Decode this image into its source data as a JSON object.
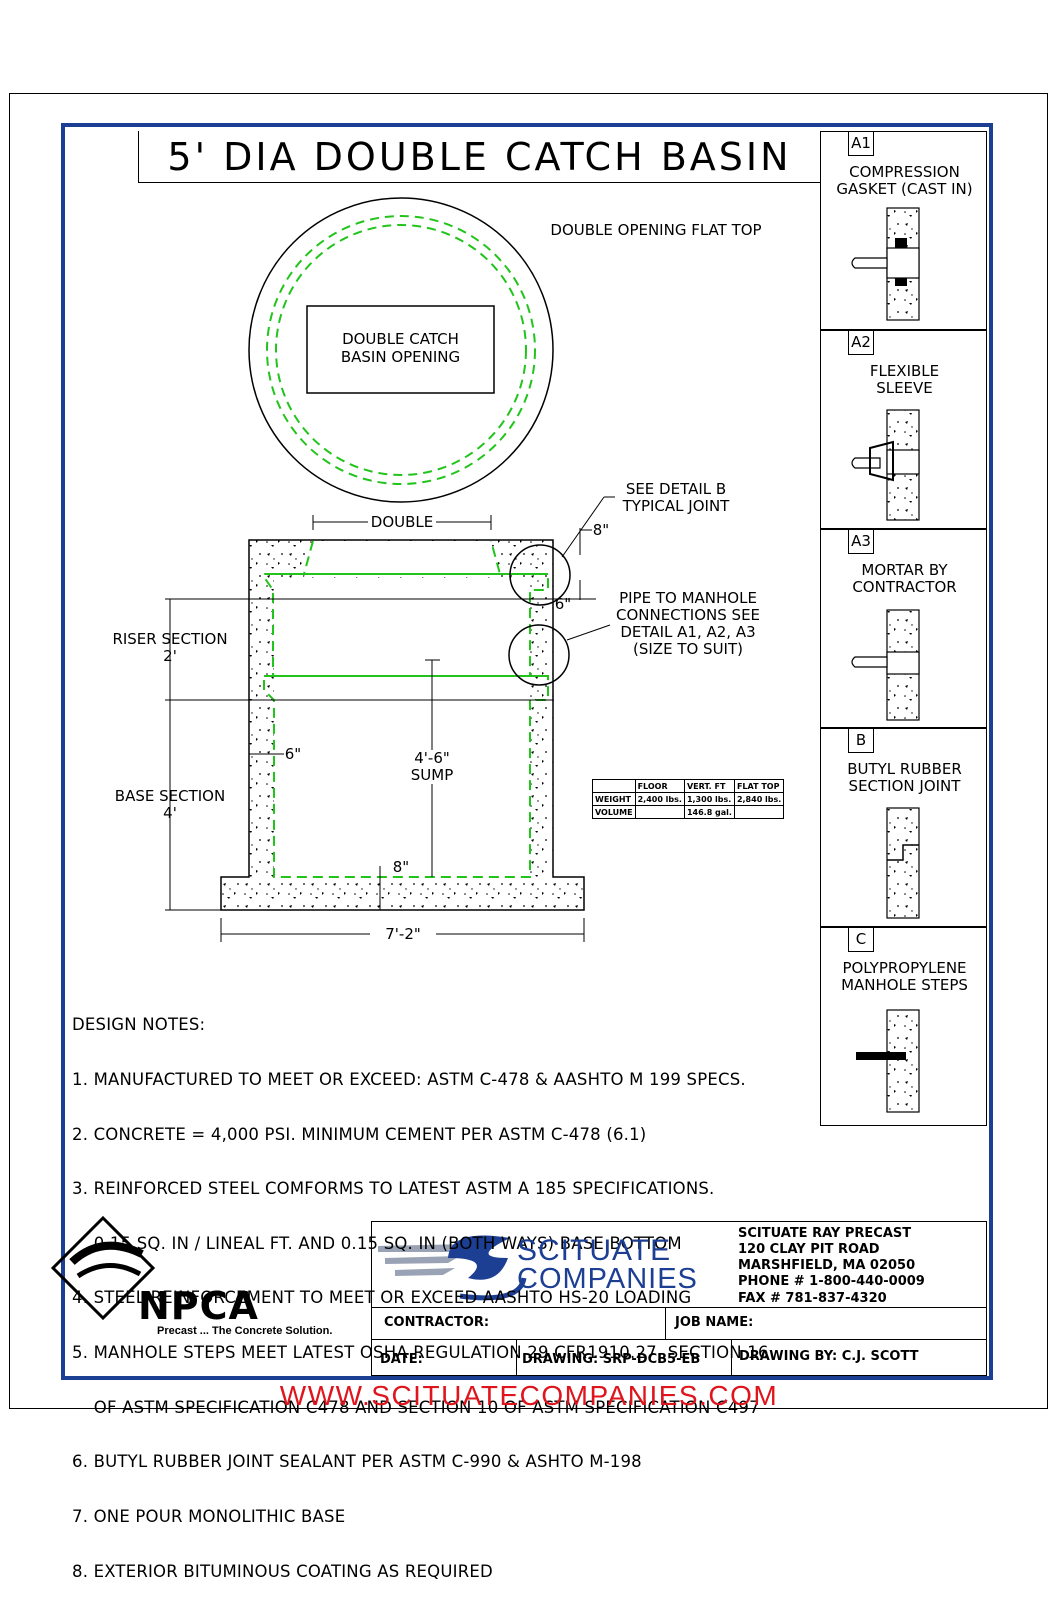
{
  "title": "5' DIA DOUBLE CATCH BASIN",
  "top_view": {
    "label": "DOUBLE OPENING FLAT TOP",
    "opening_line1": "DOUBLE CATCH",
    "opening_line2": "BASIN OPENING"
  },
  "section_view": {
    "double": "DOUBLE",
    "see_detail_b_1": "SEE DETAIL B",
    "see_detail_b_2": "TYPICAL JOINT",
    "dim_8_top": "8\"",
    "dim_6_joint": "6\"",
    "pipe_1": "PIPE TO MANHOLE",
    "pipe_2": "CONNECTIONS SEE",
    "pipe_3": "DETAIL A1, A2, A3",
    "pipe_4": "(SIZE TO SUIT)",
    "riser_1": "RISER SECTION",
    "riser_2": "2'",
    "base_1": "BASE SECTION",
    "base_2": "4'",
    "wall": "6\"",
    "sump_1": "4'-6\"",
    "sump_2": "SUMP",
    "floor": "8\"",
    "width": "7'-2\""
  },
  "weights_table": {
    "headers": [
      "",
      "FLOOR",
      "VERT. FT",
      "FLAT TOP"
    ],
    "rows": [
      [
        "WEIGHT",
        "2,400 lbs.",
        "1,300 lbs.",
        "2,840 lbs."
      ],
      [
        "VOLUME",
        "",
        "146.8 gal.",
        ""
      ]
    ]
  },
  "notes": {
    "heading": "DESIGN NOTES:",
    "items": [
      "1. MANUFACTURED TO MEET OR EXCEED: ASTM C-478 & AASHTO M 199 SPECS.",
      "2. CONCRETE = 4,000 PSI. MINIMUM CEMENT PER ASTM C-478 (6.1)",
      "3. REINFORCED STEEL COMFORMS TO LATEST ASTM A 185 SPECIFICATIONS.",
      "    0.15 SQ. IN / LINEAL FT. AND 0.15 SQ. IN (BOTH WAYS) BASE BOTTOM",
      "4. STEEL REINFORCEMENT TO MEET OR EXCEED AASHTO HS-20 LOADING",
      "5. MANHOLE STEPS MEET LATEST OSHA REGULATION 29 CFR1910.27, SECTION 16",
      "    OF ASTM SPECIFICATION C478 AND SECTION 10 OF ASTM SPECIFICATION C497",
      "6. BUTYL RUBBER JOINT SEALANT PER ASTM C-990 & ASHTO M-198",
      "7. ONE POUR MONOLITHIC BASE",
      "8. EXTERIOR BITUMINOUS COATING AS REQUIRED"
    ]
  },
  "details": [
    {
      "tag": "A1",
      "title1": "COMPRESSION",
      "title2": "GASKET (CAST IN)"
    },
    {
      "tag": "A2",
      "title1": "FLEXIBLE",
      "title2": "SLEEVE"
    },
    {
      "tag": "A3",
      "title1": "MORTAR BY",
      "title2": "CONTRACTOR"
    },
    {
      "tag": "B",
      "title1": "BUTYL RUBBER",
      "title2": "SECTION JOINT"
    },
    {
      "tag": "C",
      "title1": "POLYPROPYLENE",
      "title2": "MANHOLE STEPS"
    }
  ],
  "title_block": {
    "logo_line1": "SCITUATE",
    "logo_line2": "COMPANIES",
    "company": "SCITUATE RAY PRECAST",
    "address1": "120 CLAY PIT ROAD",
    "address2": "MARSHFIELD, MA  02050",
    "phone": "PHONE # 1-800-440-0009",
    "fax": "FAX # 781-837-4320",
    "contractor": "CONTRACTOR:",
    "job_name": "JOB NAME:",
    "date": "DATE:",
    "drawing": "DRAWING: SRP-DCB5-EB",
    "drawing_by": "DRAWING BY: C.J. SCOTT"
  },
  "npca": {
    "wordmark": "NPCA",
    "tagline": "Precast ... The Concrete Solution."
  },
  "website": "WWW.SCITUATECOMPANIES.COM",
  "colors": {
    "frame_blue": "#1c3f94",
    "green_lines": "#22c41c",
    "url_red": "#e0141c"
  }
}
